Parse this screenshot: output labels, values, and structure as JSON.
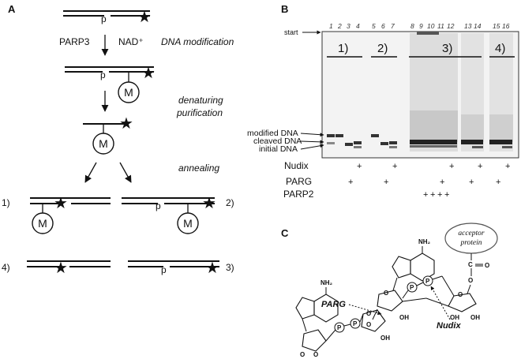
{
  "panel_a": {
    "label": "A",
    "enzyme": "PARP3",
    "cofactor": "NAD⁺",
    "step1": "DNA modification",
    "step2_line1": "denaturing",
    "step2_line2": "purification",
    "step3": "annealing",
    "modification_symbol": "M",
    "phosphate_symbol": "p",
    "duplex_numbers": [
      "1)",
      "2)",
      "3)",
      "4)"
    ]
  },
  "panel_b": {
    "label": "B",
    "start_label": "start",
    "lane_numbers": [
      "1",
      "2",
      "3",
      "4",
      "5",
      "6",
      "7",
      "8",
      "9",
      "10",
      "11",
      "12",
      "13",
      "14",
      "15",
      "16"
    ],
    "group_labels": [
      "1)",
      "2)",
      "3)",
      "4)"
    ],
    "band_labels": [
      "modified DNA",
      "cleaved DNA",
      "initial DNA"
    ],
    "row_labels": [
      "Nudix",
      "PARG",
      "PARP2"
    ],
    "plus": "+"
  },
  "panel_c": {
    "label": "C",
    "acceptor_line1": "acceptor",
    "acceptor_line2": "protein",
    "parg": "PARG",
    "nudix": "Nudix",
    "nh2": "NH₂",
    "oh": "OH",
    "p": "P",
    "o": "O",
    "c": "C"
  }
}
